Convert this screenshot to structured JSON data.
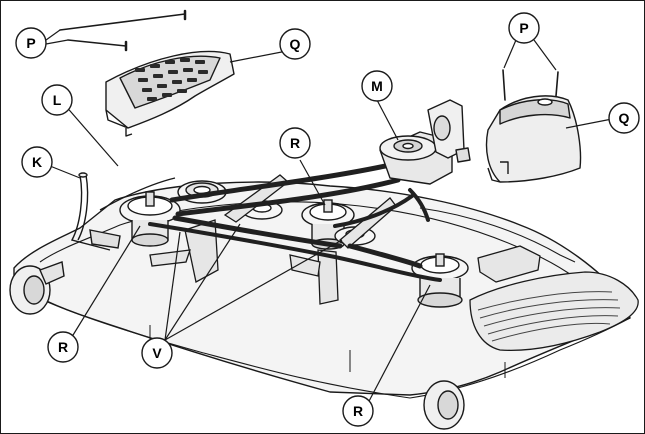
{
  "colors": {
    "background": "#ffffff",
    "line": "#1a1a1a",
    "part_fill": "#f4f4f4",
    "part_shade": "#d8d8d8",
    "belt": "#202020",
    "callout_fill": "#ffffff"
  },
  "callouts": {
    "p_left": "P",
    "q_left": "Q",
    "l": "L",
    "k": "K",
    "m": "M",
    "r_center": "R",
    "p_right": "P",
    "q_right": "Q",
    "r_left": "R",
    "v": "V",
    "r_bottom": "R"
  },
  "parts": [
    "belt-shield-left",
    "belt-shield-right",
    "idler-arm-rod",
    "mower-deck",
    "gearbox",
    "spindle-pulley-left",
    "spindle-pulley-center",
    "spindle-pulley-right",
    "idler-pulleys",
    "drive-belt",
    "discharge-chute",
    "gauge-wheels"
  ]
}
